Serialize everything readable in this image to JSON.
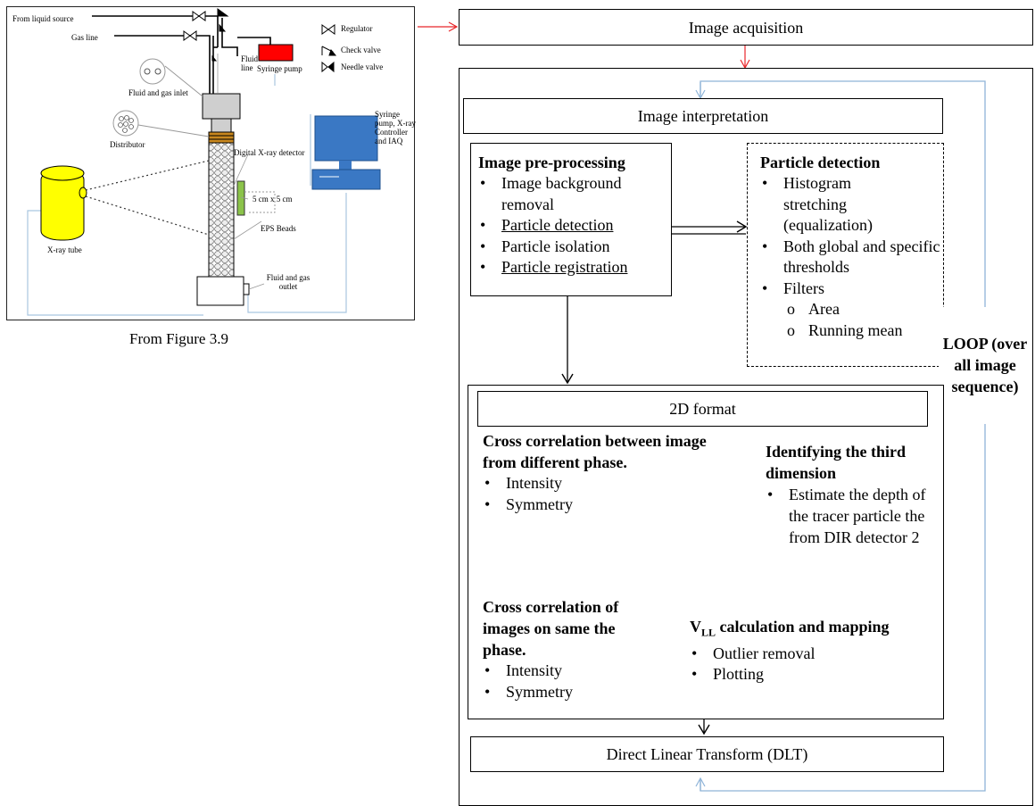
{
  "apparatus": {
    "labels": {
      "from_liquid_source": "From liquid source",
      "gas_line": "Gas line",
      "fluid_line": "Fluid line",
      "syringe_pump": "Syringe pump",
      "fluid_gas_inlet": "Fluid and gas inlet",
      "distributor": "Distributor",
      "xray_detector": "Digital X-ray detector",
      "detector_size": "5 cm x 5 cm",
      "eps_beads": "EPS Beads",
      "xray_tube": "X-ray tube",
      "fluid_gas_outlet": "Fluid and gas outlet",
      "controller": "Syringe pump, X-ray Controller and IAQ"
    },
    "legend": {
      "regulator": "Regulator",
      "check_valve": "Check valve",
      "needle_valve": "Needle valve"
    },
    "caption": "From Figure 3.9"
  },
  "flow": {
    "image_acquisition": "Image acquisition",
    "image_interpretation": "Image interpretation",
    "preprocessing": {
      "title": "Image pre-processing",
      "items": [
        "Image background removal",
        "Particle detection",
        "Particle isolation",
        "Particle registration"
      ]
    },
    "particle_detection": {
      "title": "Particle detection",
      "items": [
        "Histogram stretching (equalization)",
        "Both global and specific thresholds",
        "Filters"
      ],
      "subitems": [
        "Area",
        "Running mean"
      ]
    },
    "loop": "LOOP (over all image sequence)",
    "format_2d": "2D format",
    "cross_diff": {
      "title": "Cross correlation between image from different phase.",
      "items": [
        "Intensity",
        "Symmetry"
      ]
    },
    "third_dim": {
      "title": "Identifying the third dimension",
      "items": [
        "Estimate the depth of the tracer particle the from DIR detector 2"
      ]
    },
    "cross_same": {
      "title": "Cross correlation of images on same the phase.",
      "items": [
        "Intensity",
        "Symmetry"
      ]
    },
    "vll": {
      "title_main": "V",
      "title_sub": "LL",
      "title_rest": " calculation and mapping",
      "items": [
        "Outlier removal",
        "Plotting"
      ]
    },
    "dlt": "Direct Linear Transform (DLT)"
  },
  "colors": {
    "connector_red": "#e8262a",
    "loop_blue": "#8fb4d8",
    "pump_red": "#ff0000",
    "tube_yellow": "#ffff00",
    "computer_blue": "#3a78c4",
    "detector_green": "#8bc34a",
    "distributor_orange": "#c8871e"
  }
}
